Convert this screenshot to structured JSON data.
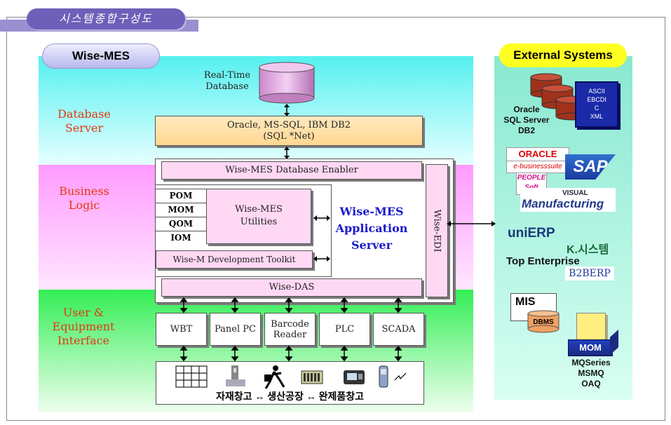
{
  "page": {
    "title": "시스템종합구성도"
  },
  "wise_mes": {
    "label": "Wise-MES",
    "layers": {
      "database": "Database\nServer",
      "business": "Business\nLogic",
      "user": "User &\nEquipment\nInterface"
    },
    "realtime_db": "Real-Time\nDatabase",
    "oracle_box": "Oracle, MS-SQL, IBM DB2\n(SQL *Net)",
    "db_enabler": "Wise-MES Database Enabler",
    "modules": [
      "POM",
      "MOM",
      "QOM",
      "IOM"
    ],
    "utilities": "Wise-MES\nUtilities",
    "dev_toolkit": "Wise-M Development Toolkit",
    "app_server": "Wise-MES\nApplication\nServer",
    "edi": "Wise-EDI",
    "das": "Wise-DAS",
    "devices": [
      "WBT",
      "Panel PC",
      "Barcode\nReader",
      "PLC",
      "SCADA"
    ],
    "flow_text": "자재창고 ↔ 생산공장 ↔ 완제품창고"
  },
  "external": {
    "label": "External Systems",
    "db_names": "Oracle\nSQL Server\nDB2",
    "encodings": "ASCII\nEBCDI\nC\nXML",
    "erp_logos": {
      "oracle": "ORACLE",
      "ebs": "e-businesssuite",
      "sap": "SAP",
      "peoplesoft": "PEOPLE Soft",
      "visual": "VISUAL",
      "manufacturing": "Manufacturing"
    },
    "unierp": "uniERP",
    "k_system": "K.시스템",
    "top_enterprise": "Top Enterprise",
    "b2berp": "B2BERP",
    "mis": "MIS",
    "dbms": "DBMS",
    "mom": "MOM",
    "mq": "MQSeries\nMSMQ\nOAQ"
  },
  "colors": {
    "accent": "#6e5fb8",
    "layer_label": "#e03a10",
    "app_server_text": "#1a1acc"
  }
}
